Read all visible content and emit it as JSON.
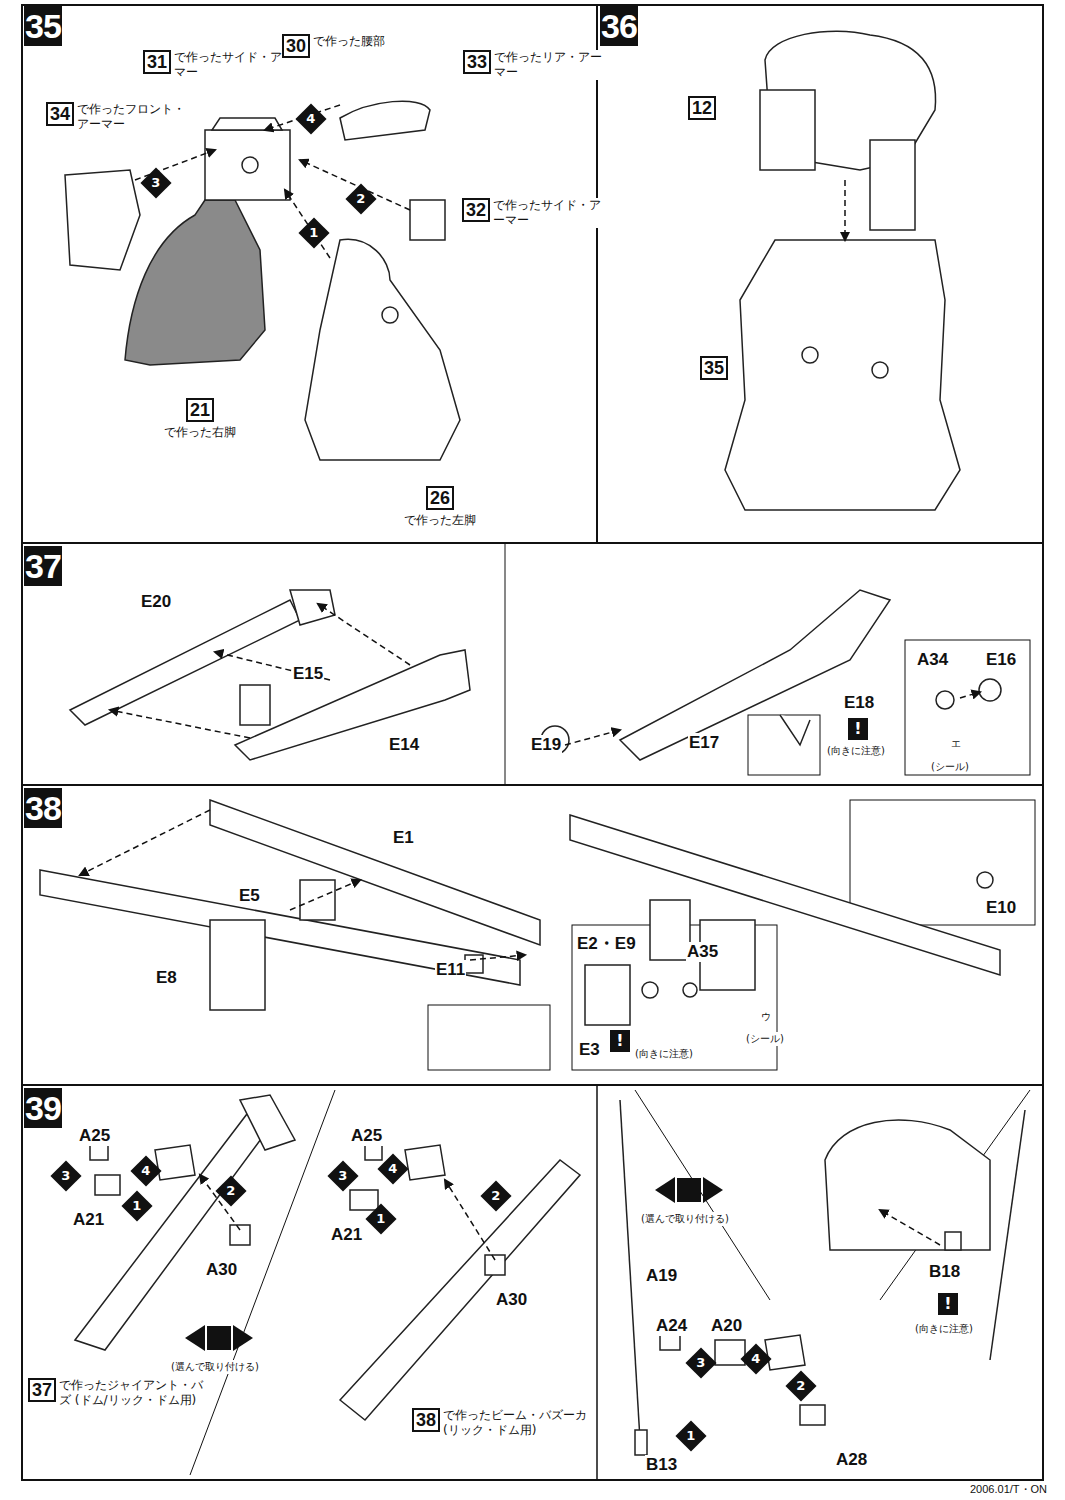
{
  "diagram": {
    "nodes": [
      {
        "text": [
          "35"
        ]
      },
      {
        "text": [
          "36"
        ]
      },
      {
        "text": [
          "37"
        ]
      },
      {
        "text": [
          "38"
        ]
      },
      {
        "text": [
          "39"
        ]
      },
      {
        "text": [
          "31",
          "で作ったサイド・アーマー"
        ]
      },
      {
        "text": [
          "30",
          "で作った腰部"
        ]
      },
      {
        "text": [
          "33",
          "で作ったリア・アーマー"
        ]
      },
      {
        "text": [
          "34",
          "で作ったフロント・アーマー"
        ]
      },
      {
        "text": [
          "32",
          "で作ったサイド・アーマー"
        ]
      },
      {
        "text": [
          "21",
          "で作った右脚"
        ]
      },
      {
        "text": [
          "26",
          "で作った左脚"
        ]
      },
      {
        "text": [
          "12"
        ]
      },
      {
        "text": [
          "35"
        ]
      },
      {
        "text": [
          "37",
          "で作ったジャイアント・バズ (ドム/リック・ドム用)"
        ]
      },
      {
        "text": [
          "38",
          "で作ったビーム・バズーカ (リック・ドム用)"
        ]
      }
    ],
    "labels": [
      "1",
      "2",
      "3",
      "4",
      "E20",
      "E15",
      "E14",
      "E19",
      "E17",
      "E18",
      "!",
      "(向きに注意)",
      "A34",
      "E16",
      "エ",
      "(シール)",
      "E1",
      "E5",
      "E8",
      "E11",
      "E10",
      "E2・E9",
      "A35",
      "ウ",
      "(シール)",
      "E3",
      "!",
      "(向きに注意)",
      "A25",
      "4",
      "3",
      "A21",
      "1",
      "2",
      "A30",
      "(選んで取り付ける)",
      "A25",
      "4",
      "3",
      "A21",
      "1",
      "2",
      "A30",
      "(選んで取り付ける)",
      "A19",
      "A24",
      "A20",
      "3",
      "4",
      "2",
      "1",
      "B13",
      "A28",
      "B18",
      "!",
      "(向きに注意)",
      "2006.01/T・ON"
    ]
  }
}
